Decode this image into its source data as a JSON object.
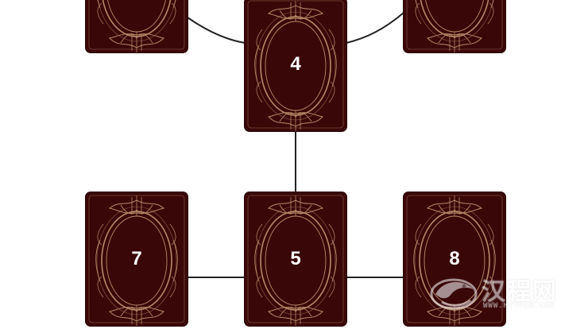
{
  "spread": {
    "cards": [
      {
        "id": "tl",
        "label": ""
      },
      {
        "id": "tr",
        "label": ""
      },
      {
        "id": "4",
        "label": "4"
      },
      {
        "id": "7",
        "label": "7"
      },
      {
        "id": "5",
        "label": "5"
      },
      {
        "id": "8",
        "label": "8"
      }
    ]
  },
  "watermark": {
    "text": "汉程网",
    "subtext": "WWW.HTTPCN.COM"
  },
  "colors": {
    "card_back": "#3a0708",
    "ornament": "#b58a6a",
    "connector": "#222222",
    "background": "#ffffff"
  }
}
